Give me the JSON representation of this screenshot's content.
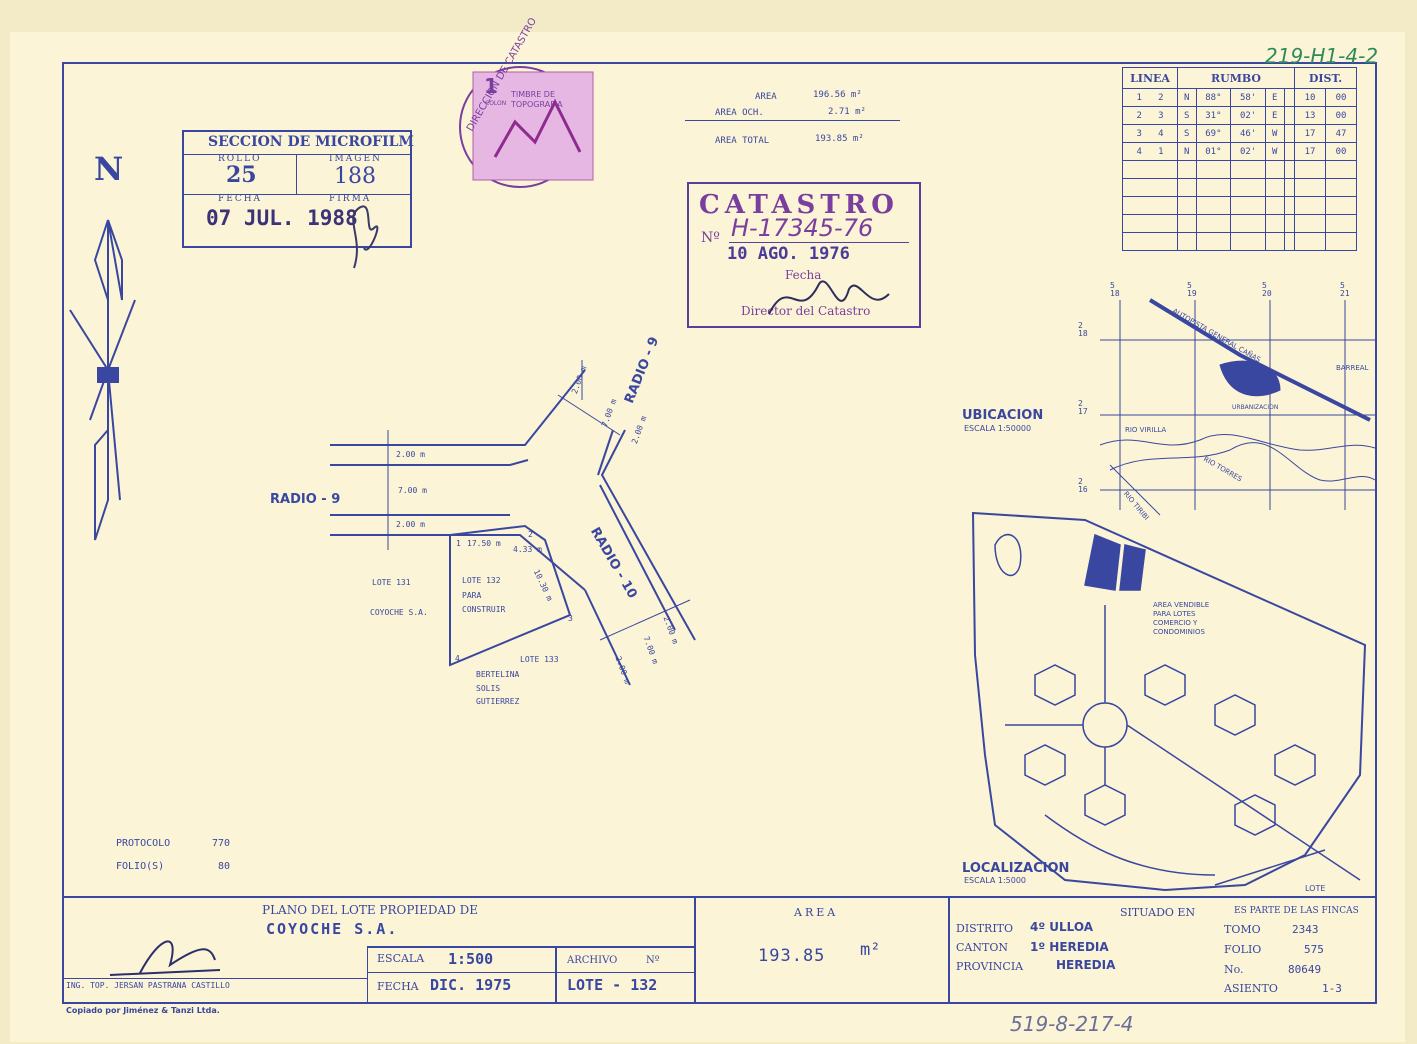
{
  "ref_top": "219-H1-4-2",
  "ref_bottom": "519-8-217-4",
  "north": "N",
  "microfilm": {
    "title": "SECCION DE MICROFILM",
    "rollo_label": "ROLLO",
    "rollo": "25",
    "imagen_label": "IMAGEN",
    "imagen": "188",
    "fecha_label": "FECHA",
    "fecha": "07 JUL. 1988",
    "firma_label": "FIRMA"
  },
  "timbre": {
    "ring": "DIRECCION DE CATASTRO",
    "value": "1",
    "label": "TIMBRE DE TOPOGRAFIA",
    "unit": "COLON"
  },
  "area_info": {
    "area_label": "AREA",
    "area": "196.56 m²",
    "och_label": "AREA OCH.",
    "och": "2.71 m²",
    "total_label": "AREA TOTAL",
    "total": "193.85 m²"
  },
  "catastro": {
    "title": "CATASTRO",
    "no_label": "Nº",
    "number": "H-17345-76",
    "date": "10 AGO. 1976",
    "fecha_label": "Fecha",
    "signature_line": "Director del Catastro"
  },
  "rumbo_table": {
    "headers": [
      "LINEA",
      "RUMBO",
      "DIST."
    ],
    "rows": [
      [
        "1",
        "2",
        "N",
        "88°",
        "58'",
        "E",
        "10",
        "00"
      ],
      [
        "2",
        "3",
        "S",
        "31°",
        "02'",
        "E",
        "13",
        "00"
      ],
      [
        "3",
        "4",
        "S",
        "69°",
        "46'",
        "W",
        "17",
        "47"
      ],
      [
        "4",
        "1",
        "N",
        "01°",
        "02'",
        "W",
        "17",
        "00"
      ]
    ]
  },
  "ubicacion": {
    "title": "UBICACION",
    "scale": "ESCALA 1:50000",
    "grid_top": [
      "5 18",
      "5 19",
      "5 20",
      "5 21"
    ],
    "grid_left": [
      "2 18",
      "2 17",
      "2 16"
    ],
    "labels": [
      "AUTOPISTA GENERAL CAÑAS",
      "BARREAL",
      "URBANIZACION",
      "RIO VIRILLA",
      "RIO TORRES",
      "RIO TIRIBI"
    ]
  },
  "plan": {
    "radio9_left": "RADIO - 9",
    "radio9_top": "RADIO - 9",
    "radio10": "RADIO - 10",
    "dim_200": "2.00 m",
    "dim_700": "7.00 m",
    "edge_1_2": "17.50 m",
    "edge_433": "4.33 m",
    "edge_1030": "10.30 m",
    "lote131": "LOTE 131",
    "coyoche": "COYOCHE S.A.",
    "lote132": [
      "LOTE 132",
      "PARA",
      "CONSTRUIR"
    ],
    "lote133": "LOTE 133",
    "owner133": [
      "BERTELINA",
      "SOLIS",
      "GUTIERREZ"
    ],
    "vertices": [
      "1",
      "2",
      "3",
      "4"
    ]
  },
  "localizacion": {
    "title": "LOCALIZACION",
    "scale": "ESCALA 1:5000",
    "area_note": [
      "AREA VENDIBLE",
      "PARA LOTES",
      "COMERCIO Y",
      "CONDOMINIOS"
    ],
    "lote_label": "LOTE"
  },
  "protocolo": {
    "protocolo_label": "PROTOCOLO",
    "protocolo": "770",
    "folio_label": "FOLIO(S)",
    "folio": "80"
  },
  "title_block": {
    "plano_label": "PLANO DEL LOTE PROPIEDAD DE",
    "owner": "COYOCHE S.A.",
    "engineer": "ING. TOP. JERSAN PASTRANA CASTILLO",
    "escala_label": "ESCALA",
    "escala": "1:500",
    "fecha_label": "FECHA",
    "fecha": "DIC. 1975",
    "archivo_label": "ARCHIVO",
    "no_label": "Nº",
    "lote": "LOTE - 132",
    "area_label": "AREA",
    "area_value": "193.85",
    "area_unit": "m²",
    "situado": "SITUADO EN",
    "distrito_label": "DISTRITO",
    "distrito": "4º ULLOA",
    "canton_label": "CANTON",
    "canton": "1º HEREDIA",
    "provincia_label": "PROVINCIA",
    "provincia": "HEREDIA",
    "fincas_label": "ES PARTE DE LAS FINCAS",
    "tomo_label": "TOMO",
    "tomo": "2343",
    "folio_label": "FOLIO",
    "folio": "575",
    "no2_label": "No.",
    "no2": "80649",
    "asiento_label": "ASIENTO",
    "asiento": "1-3",
    "copiado": "Copiado por Jiménez & Tanzi Ltda."
  },
  "colors": {
    "ink": "#3a47a0",
    "stamp": "#5b3f9a",
    "paper": "#fbf4d6"
  }
}
